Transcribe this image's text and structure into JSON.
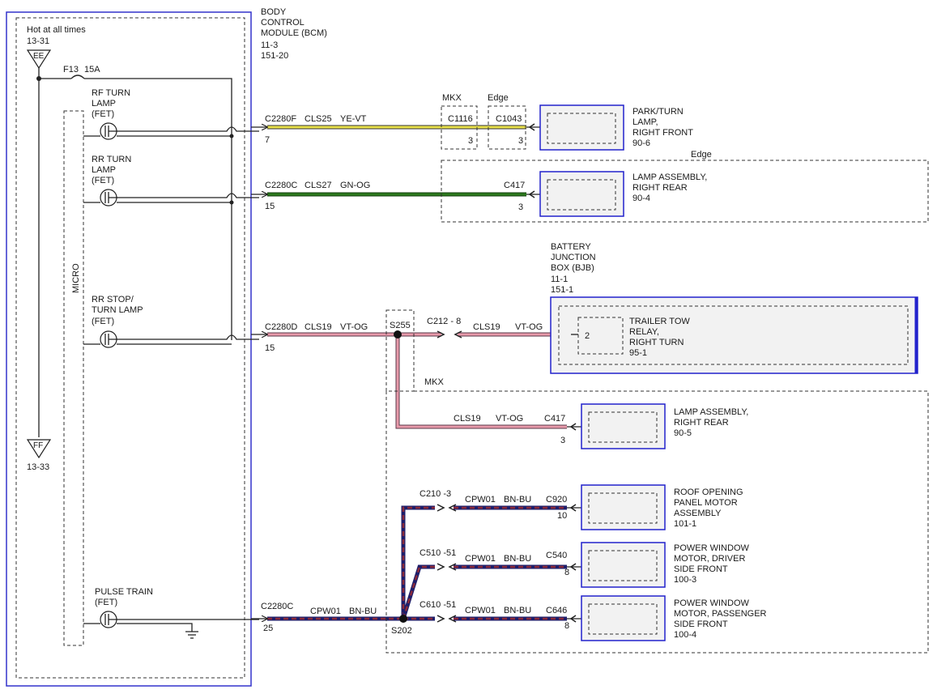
{
  "bcm": {
    "title_lines": [
      "BODY",
      "CONTROL",
      "MODULE (BCM)",
      "11-3",
      "151-20"
    ]
  },
  "power": {
    "hot_label": "Hot at all times",
    "hot_ref": "13-31",
    "top_bus": "EE",
    "bottom_bus": "FF",
    "bottom_ref": "13-33",
    "fuse_name": "F13",
    "fuse_rating": "15A"
  },
  "micro_label": "MICRO",
  "fets": [
    {
      "lines": [
        "RF TURN",
        "LAMP",
        "(FET)"
      ]
    },
    {
      "lines": [
        "RR TURN",
        "LAMP",
        "(FET)"
      ]
    },
    {
      "lines": [
        "RR STOP/",
        "TURN LAMP",
        "(FET)"
      ]
    },
    {
      "lines": [
        "PULSE TRAIN",
        "(FET)"
      ]
    }
  ],
  "circuits": [
    {
      "connector": "C2280F",
      "circuit": "CLS25",
      "color": "YE-VT",
      "pin": "7"
    },
    {
      "connector": "C2280C",
      "circuit": "CLS27",
      "color": "GN-OG",
      "pin": "15"
    },
    {
      "connector": "C2280D",
      "circuit": "CLS19",
      "color": "VT-OG",
      "pin": "15"
    },
    {
      "connector": "C2280C",
      "circuit": "CPW01",
      "color": "BN-BU",
      "pin": "25"
    }
  ],
  "inline": {
    "mkx_top": "MKX",
    "edge_top": "Edge",
    "c1116": "C1116",
    "c1116_pin": "3",
    "c1043": "C1043",
    "c1043_pin": "3",
    "edge_box": "Edge",
    "c417a": "C417",
    "c417a_pin": "3",
    "s255": "S255",
    "c212": "C212 - 8",
    "c212_circuit": "CLS19",
    "c212_color": "VT-OG",
    "relay_pin": "2",
    "mkx_box": "MKX",
    "branch_circuit": "CLS19",
    "branch_color": "VT-OG",
    "c417b": "C417",
    "c417b_pin": "3",
    "s202": "S202",
    "c210": "C210 -3",
    "c210_circuit": "CPW01",
    "c210_color": "BN-BU",
    "c920": "C920",
    "c920_pin": "10",
    "c510": "C510 -51",
    "c510_circuit": "CPW01",
    "c510_color": "BN-BU",
    "c540": "C540",
    "c540_pin": "8",
    "c610": "C610 -51",
    "c610_circuit": "CPW01",
    "c610_color": "BN-BU",
    "c646": "C646",
    "c646_pin": "8"
  },
  "components": [
    {
      "lines": [
        "PARK/TURN",
        "LAMP,",
        "RIGHT FRONT",
        "90-6"
      ]
    },
    {
      "lines": [
        "LAMP ASSEMBLY,",
        "RIGHT REAR",
        "90-4"
      ]
    },
    {
      "lines": [
        "TRAILER TOW",
        "RELAY,",
        "RIGHT TURN",
        "95-1"
      ]
    },
    {
      "lines": [
        "LAMP ASSEMBLY,",
        "RIGHT REAR",
        "90-5"
      ]
    },
    {
      "lines": [
        "ROOF OPENING",
        "PANEL MOTOR",
        "ASSEMBLY",
        "101-1"
      ]
    },
    {
      "lines": [
        "POWER WINDOW",
        "MOTOR, DRIVER",
        "SIDE FRONT",
        "100-3"
      ]
    },
    {
      "lines": [
        "POWER WINDOW",
        "MOTOR, PASSENGER",
        "SIDE FRONT",
        "100-4"
      ]
    }
  ],
  "bjb": {
    "lines": [
      "BATTERY",
      "JUNCTION",
      "BOX (BJB)",
      "11-1",
      "151-1"
    ]
  },
  "wire_colors": {
    "yellow": "#e8e04a",
    "green": "#2d7a1e",
    "pink": "#e89aaa",
    "purple": "#5a2a7a",
    "blue_outline": "#2222cc"
  }
}
